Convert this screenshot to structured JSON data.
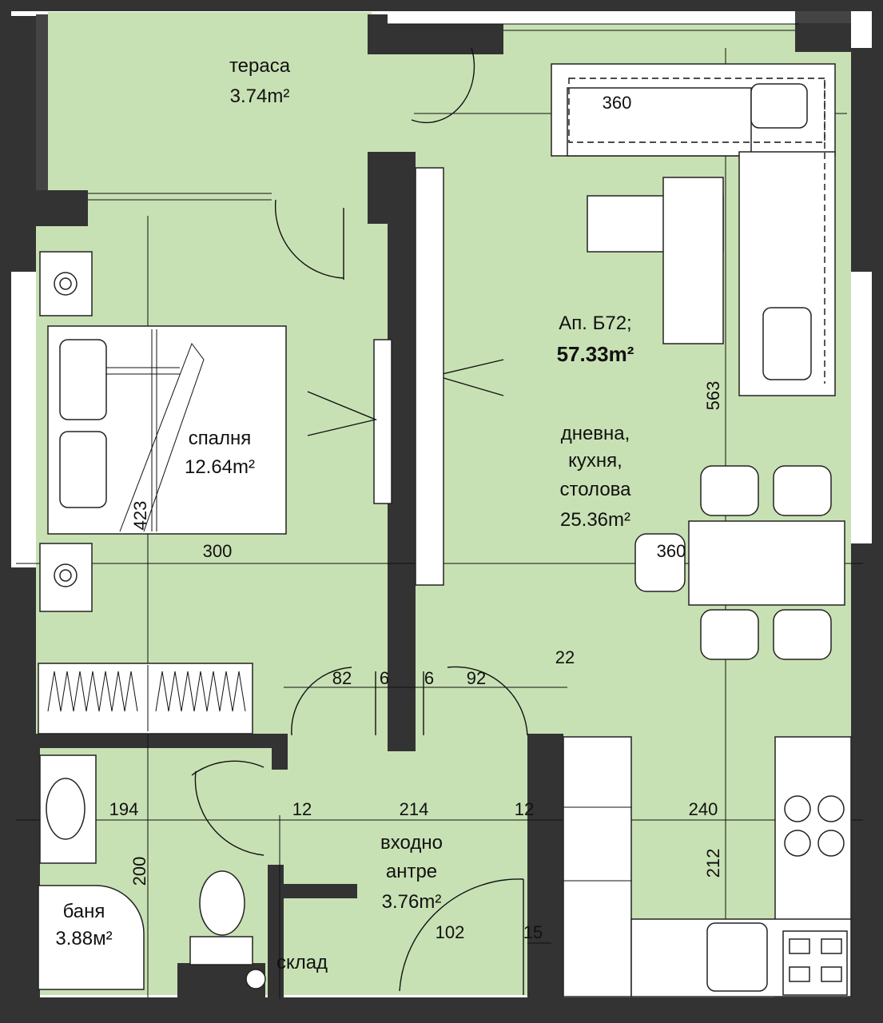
{
  "rooms": {
    "terrace": {
      "name": "тераса",
      "area": "3.74m²"
    },
    "bedroom": {
      "name": "спалня",
      "area": "12.64m²"
    },
    "apartment": {
      "name": "Ап. Б72;",
      "area": "57.33m²"
    },
    "living": {
      "line1": "дневна,",
      "line2": "кухня,",
      "line3": "столова",
      "area": "25.36m²"
    },
    "bathroom": {
      "name": "баня",
      "area": "3.88м²"
    },
    "entrance": {
      "line1": "входно",
      "line2": "антре",
      "area": "3.76m²"
    },
    "storage": {
      "name": "склад"
    }
  },
  "dimensions": {
    "sofa_width": "360",
    "living_depth": "563",
    "bed_depth": "423",
    "bedroom_width": "300",
    "table_width": "360",
    "door_left": "82",
    "wall_a": "6",
    "wall_b": "6",
    "door_right": "92",
    "wall_c": "22",
    "bath_width": "194",
    "wall_d": "12",
    "entrance_width": "214",
    "wall_e": "12",
    "kitchen_width": "240",
    "bath_depth": "200",
    "kitchen_depth": "212",
    "entry_door": "102",
    "wall_f": "15"
  },
  "colors": {
    "floor": "#c8e1b4",
    "wall": "#333333",
    "furniture": "#ffffff"
  }
}
